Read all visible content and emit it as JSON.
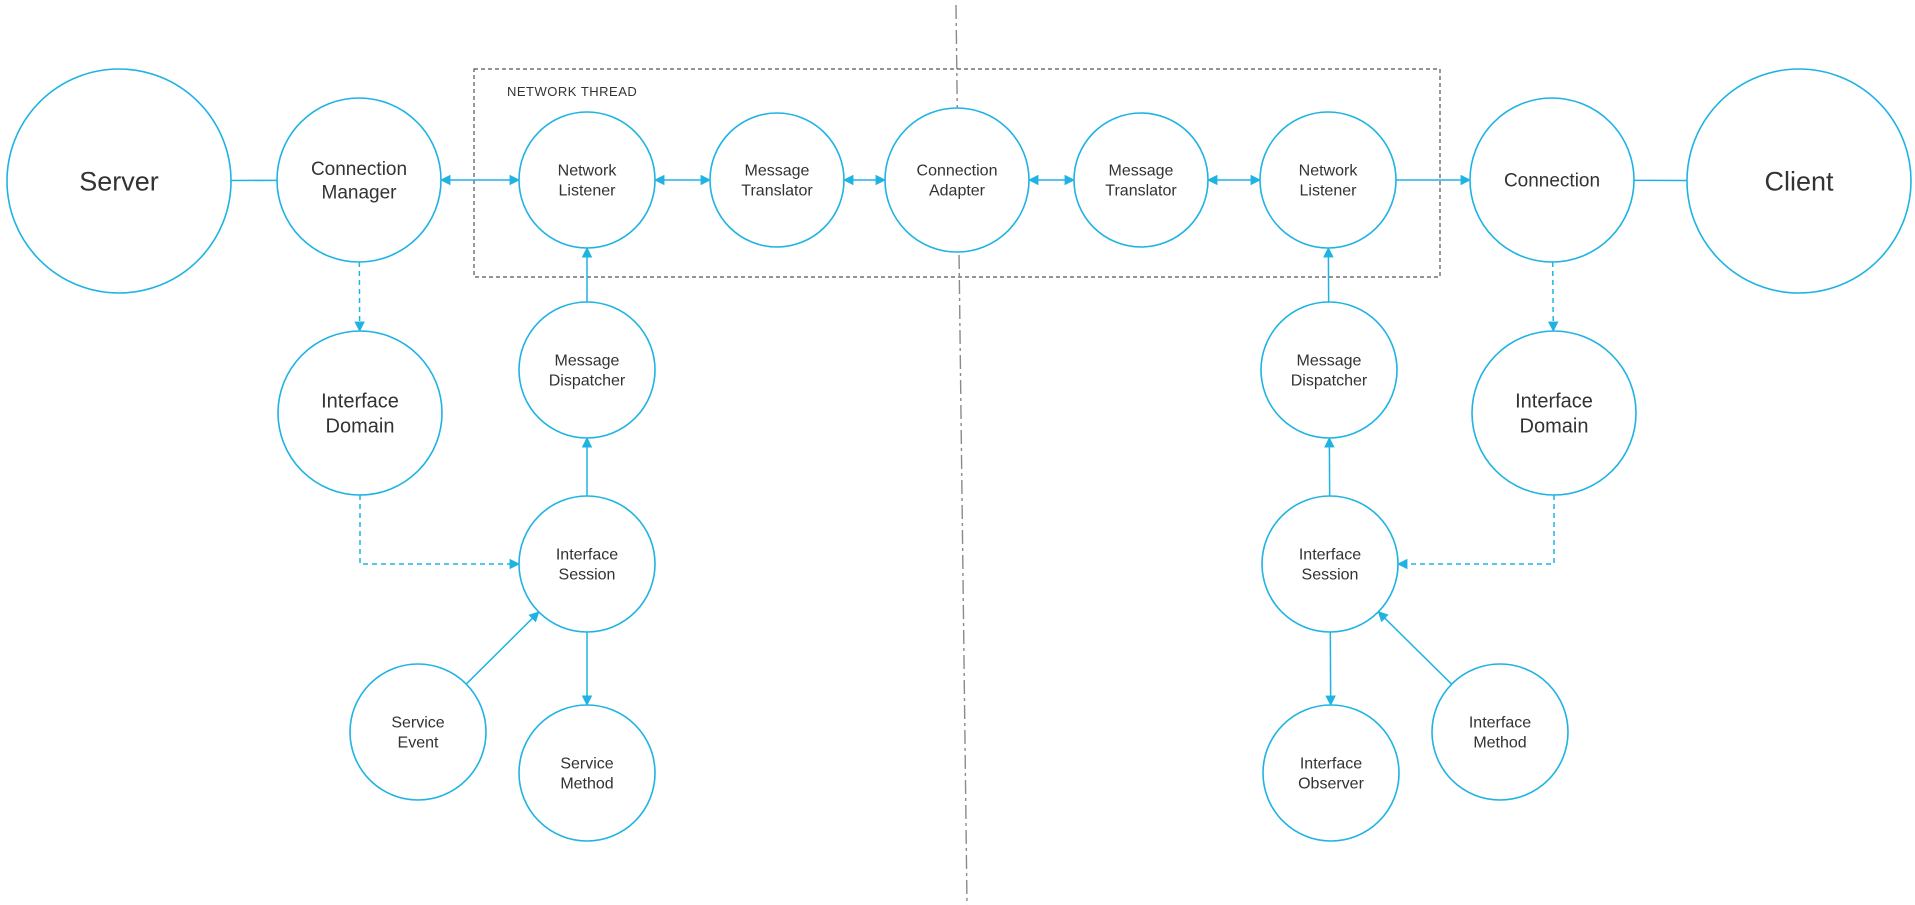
{
  "frame": {
    "label": "NETWORK THREAD"
  },
  "colors": {
    "accent": "#1fb3e4",
    "divider": "#8a8a8a",
    "frame": "#555555"
  },
  "nodes": {
    "server": [
      "Server"
    ],
    "connection_manager": [
      "Connection",
      "Manager"
    ],
    "network_listener_left": [
      "Network",
      "Listener"
    ],
    "message_translator_left": [
      "Message",
      "Translator"
    ],
    "connection_adapter": [
      "Connection",
      "Adapter"
    ],
    "message_translator_right": [
      "Message",
      "Translator"
    ],
    "network_listener_right": [
      "Network",
      "Listener"
    ],
    "connection": [
      "Connection"
    ],
    "client": [
      "Client"
    ],
    "interface_domain_left": [
      "Interface",
      "Domain"
    ],
    "message_dispatcher_left": [
      "Message",
      "Dispatcher"
    ],
    "interface_session_left": [
      "Interface",
      "Session"
    ],
    "service_event": [
      "Service",
      "Event"
    ],
    "service_method": [
      "Service",
      "Method"
    ],
    "message_dispatcher_right": [
      "Message",
      "Dispatcher"
    ],
    "interface_domain_right": [
      "Interface",
      "Domain"
    ],
    "interface_session_right": [
      "Interface",
      "Session"
    ],
    "interface_observer": [
      "Interface",
      "Observer"
    ],
    "interface_method": [
      "Interface",
      "Method"
    ]
  }
}
